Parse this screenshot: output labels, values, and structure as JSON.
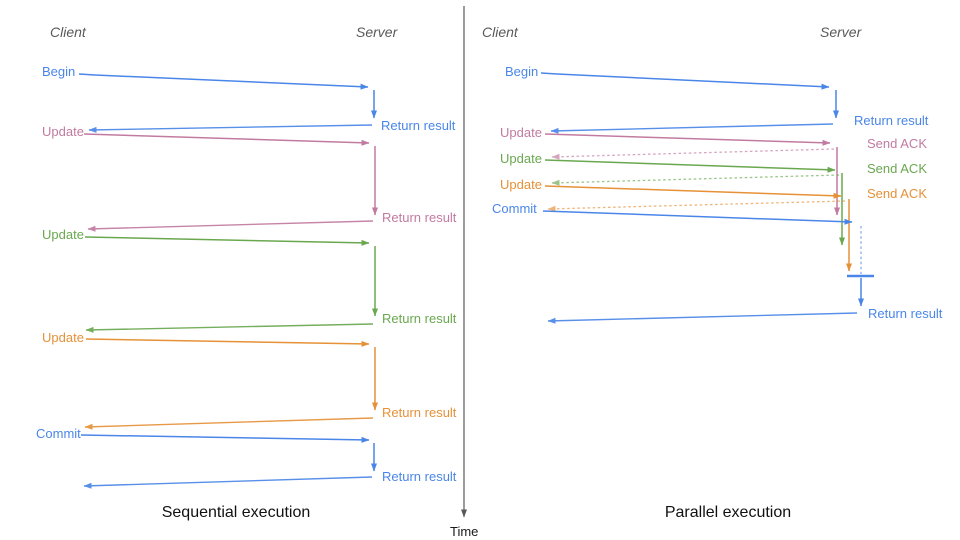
{
  "figure": {
    "description": "Client-server transaction sequence diagrams comparing sequential and parallel statement execution",
    "time_axis_label": "Time"
  },
  "colors": {
    "blue": "#4a86e8",
    "pink": "#c27ba0",
    "green": "#6aa84f",
    "orange": "#e69138",
    "axis_gray": "#595959",
    "header_gray": "#595959",
    "caption_black": "#111111"
  },
  "sequential": {
    "client_header": "Client",
    "server_header": "Server",
    "caption": "Sequential execution",
    "messages": [
      {
        "label": "Begin",
        "color": "blue",
        "response": "Return result"
      },
      {
        "label": "Update",
        "color": "pink",
        "response": "Return result"
      },
      {
        "label": "Update",
        "color": "green",
        "response": "Return result"
      },
      {
        "label": "Update",
        "color": "orange",
        "response": "Return result"
      },
      {
        "label": "Commit",
        "color": "blue",
        "response": "Return result"
      }
    ]
  },
  "parallel": {
    "client_header": "Client",
    "server_header": "Server",
    "caption": "Parallel execution",
    "messages": [
      {
        "label": "Begin",
        "color": "blue",
        "response": "Return result"
      },
      {
        "label": "Update",
        "color": "pink",
        "response": "Send ACK"
      },
      {
        "label": "Update",
        "color": "green",
        "response": "Send ACK"
      },
      {
        "label": "Update",
        "color": "orange",
        "response": "Send ACK"
      },
      {
        "label": "Commit",
        "color": "blue",
        "response": "Return result"
      }
    ]
  }
}
